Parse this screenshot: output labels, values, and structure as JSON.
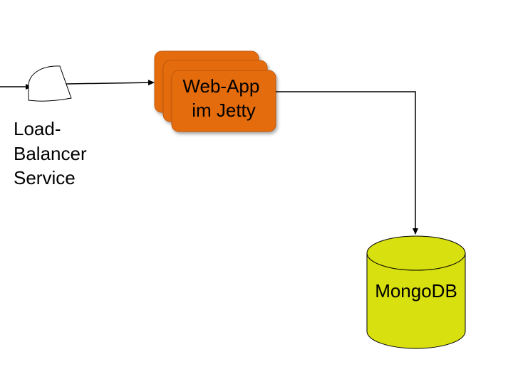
{
  "diagram": {
    "load_balancer": {
      "label_lines": [
        "Load-",
        "Balancer",
        "Service"
      ]
    },
    "web_app": {
      "label_lines": [
        "Web-App",
        "im Jetty"
      ],
      "fill_color": "#E46C0A",
      "stroke_color": "#C0590A"
    },
    "database": {
      "label": "MongoDB",
      "fill_color": "#D8E00F"
    }
  }
}
